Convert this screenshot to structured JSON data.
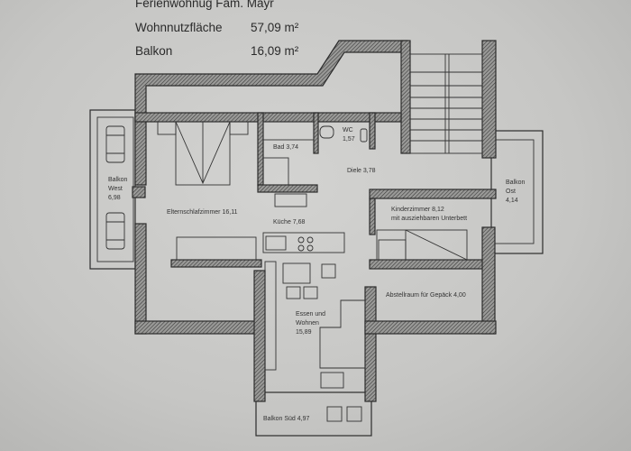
{
  "header": {
    "title": "Ferienwohnug Fam. Mayr",
    "living_area_label": "Wohnnutzfläche",
    "living_area_value": "57,09 m²",
    "balcony_label": "Balkon",
    "balcony_value": "16,09 m²"
  },
  "rooms": {
    "balkon_west": [
      "Balkon",
      "West",
      "6,98"
    ],
    "eltern": "Elternschlafzimmer  16,11",
    "bad": "Bad  3,74",
    "wc": [
      "WC",
      "1,57"
    ],
    "diele": "Diele  3,78",
    "kueche": "Küche  7,68",
    "kinder": [
      "Kinderzimmer  8,12",
      "mit ausziehbaren Unterbett"
    ],
    "balkon_ost": [
      "Balkon",
      "Ost",
      "4,14"
    ],
    "abstell": "Abstellraum für Gepäck  4,00",
    "essen": [
      "Essen und",
      "Wohnen",
      "15,89"
    ],
    "balkon_sued": "Balkon Süd  4,97"
  }
}
